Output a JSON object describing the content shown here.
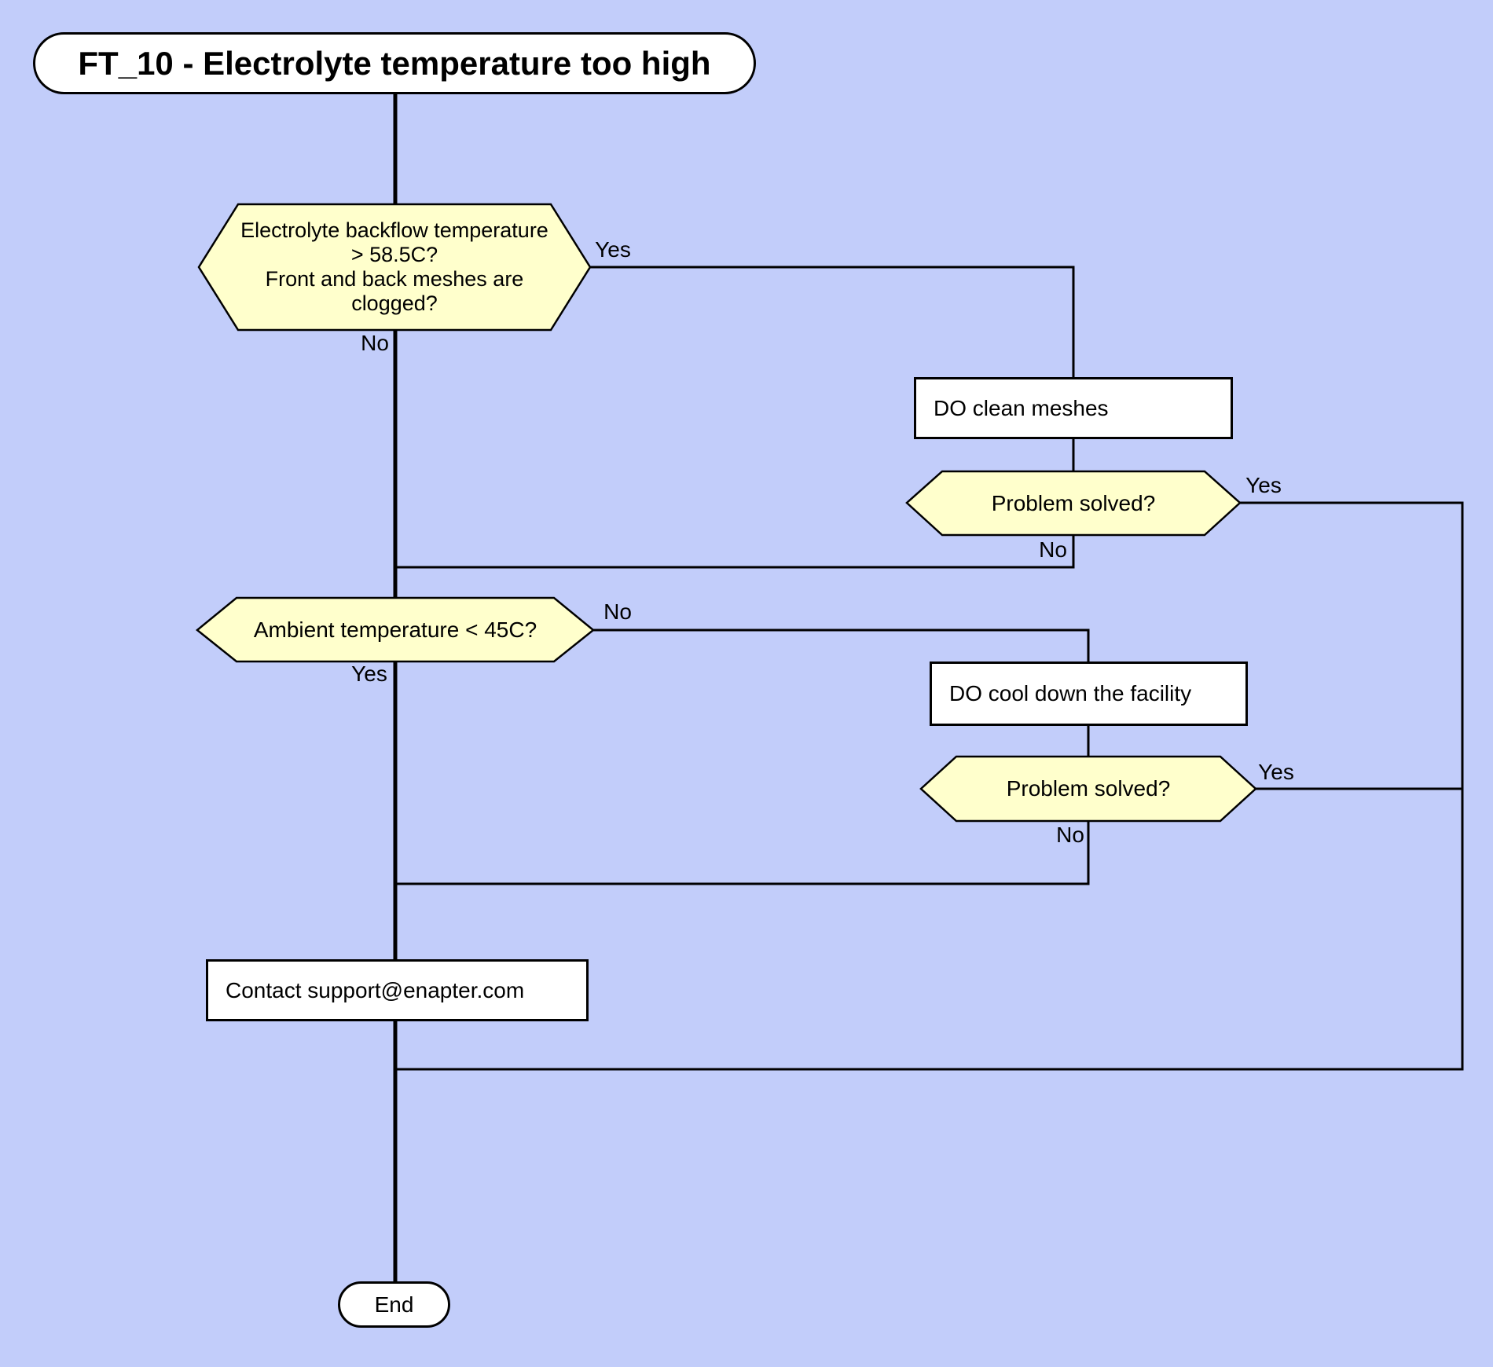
{
  "diagram": {
    "title": "FT_10 - Electrolyte temperature too high",
    "nodes": {
      "decision_backflow": {
        "lines": [
          "Electrolyte backflow temperature",
          "> 58.5C?",
          "Front and back meshes are",
          "clogged?"
        ]
      },
      "process_clean_meshes": {
        "label": "DO clean meshes"
      },
      "decision_problem_solved_1": {
        "label": "Problem solved?"
      },
      "decision_ambient_temp": {
        "label": "Ambient temperature < 45C?"
      },
      "process_cool_facility": {
        "label": "DO cool down the facility"
      },
      "decision_problem_solved_2": {
        "label": "Problem solved?"
      },
      "process_contact_support": {
        "label": "Contact support@enapter.com"
      },
      "terminator_end": {
        "label": "End"
      }
    },
    "edge_labels": {
      "backflow_yes": "Yes",
      "backflow_no": "No",
      "solved1_yes": "Yes",
      "solved1_no": "No",
      "ambient_no": "No",
      "ambient_yes": "Yes",
      "solved2_yes": "Yes",
      "solved2_no": "No"
    },
    "colors": {
      "background": "#c2cdfa",
      "decision_fill": "#ffffcc",
      "process_fill": "#ffffff",
      "stroke": "#000000"
    }
  }
}
